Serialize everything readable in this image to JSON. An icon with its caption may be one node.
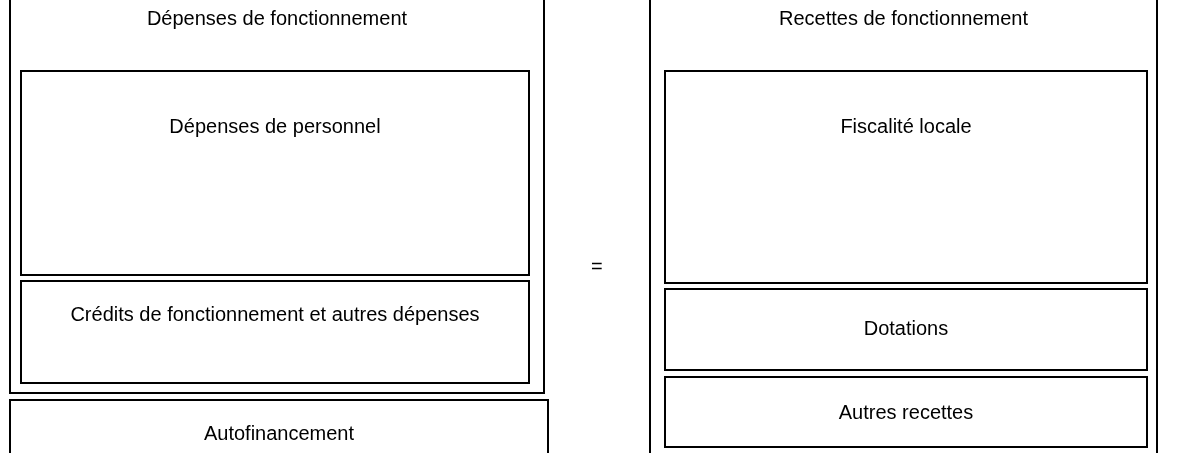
{
  "diagram": {
    "nodes": [
      {
        "text": [
          "Dépenses de fonctionnement"
        ]
      },
      {
        "text": [
          "Dépenses de personnel"
        ],
        "in": 0
      },
      {
        "text": [
          "Crédits de fonctionnement et autres dépenses"
        ],
        "in": 0
      },
      {
        "text": [
          "Autofinancement"
        ]
      },
      {
        "text": [
          "Recettes de fonctionnement"
        ]
      },
      {
        "text": [
          "Fiscalité locale"
        ],
        "in": 4
      },
      {
        "text": [
          "Dotations"
        ],
        "in": 4
      },
      {
        "text": [
          "Autres recettes"
        ],
        "in": 4
      }
    ],
    "labels": [
      "="
    ]
  }
}
